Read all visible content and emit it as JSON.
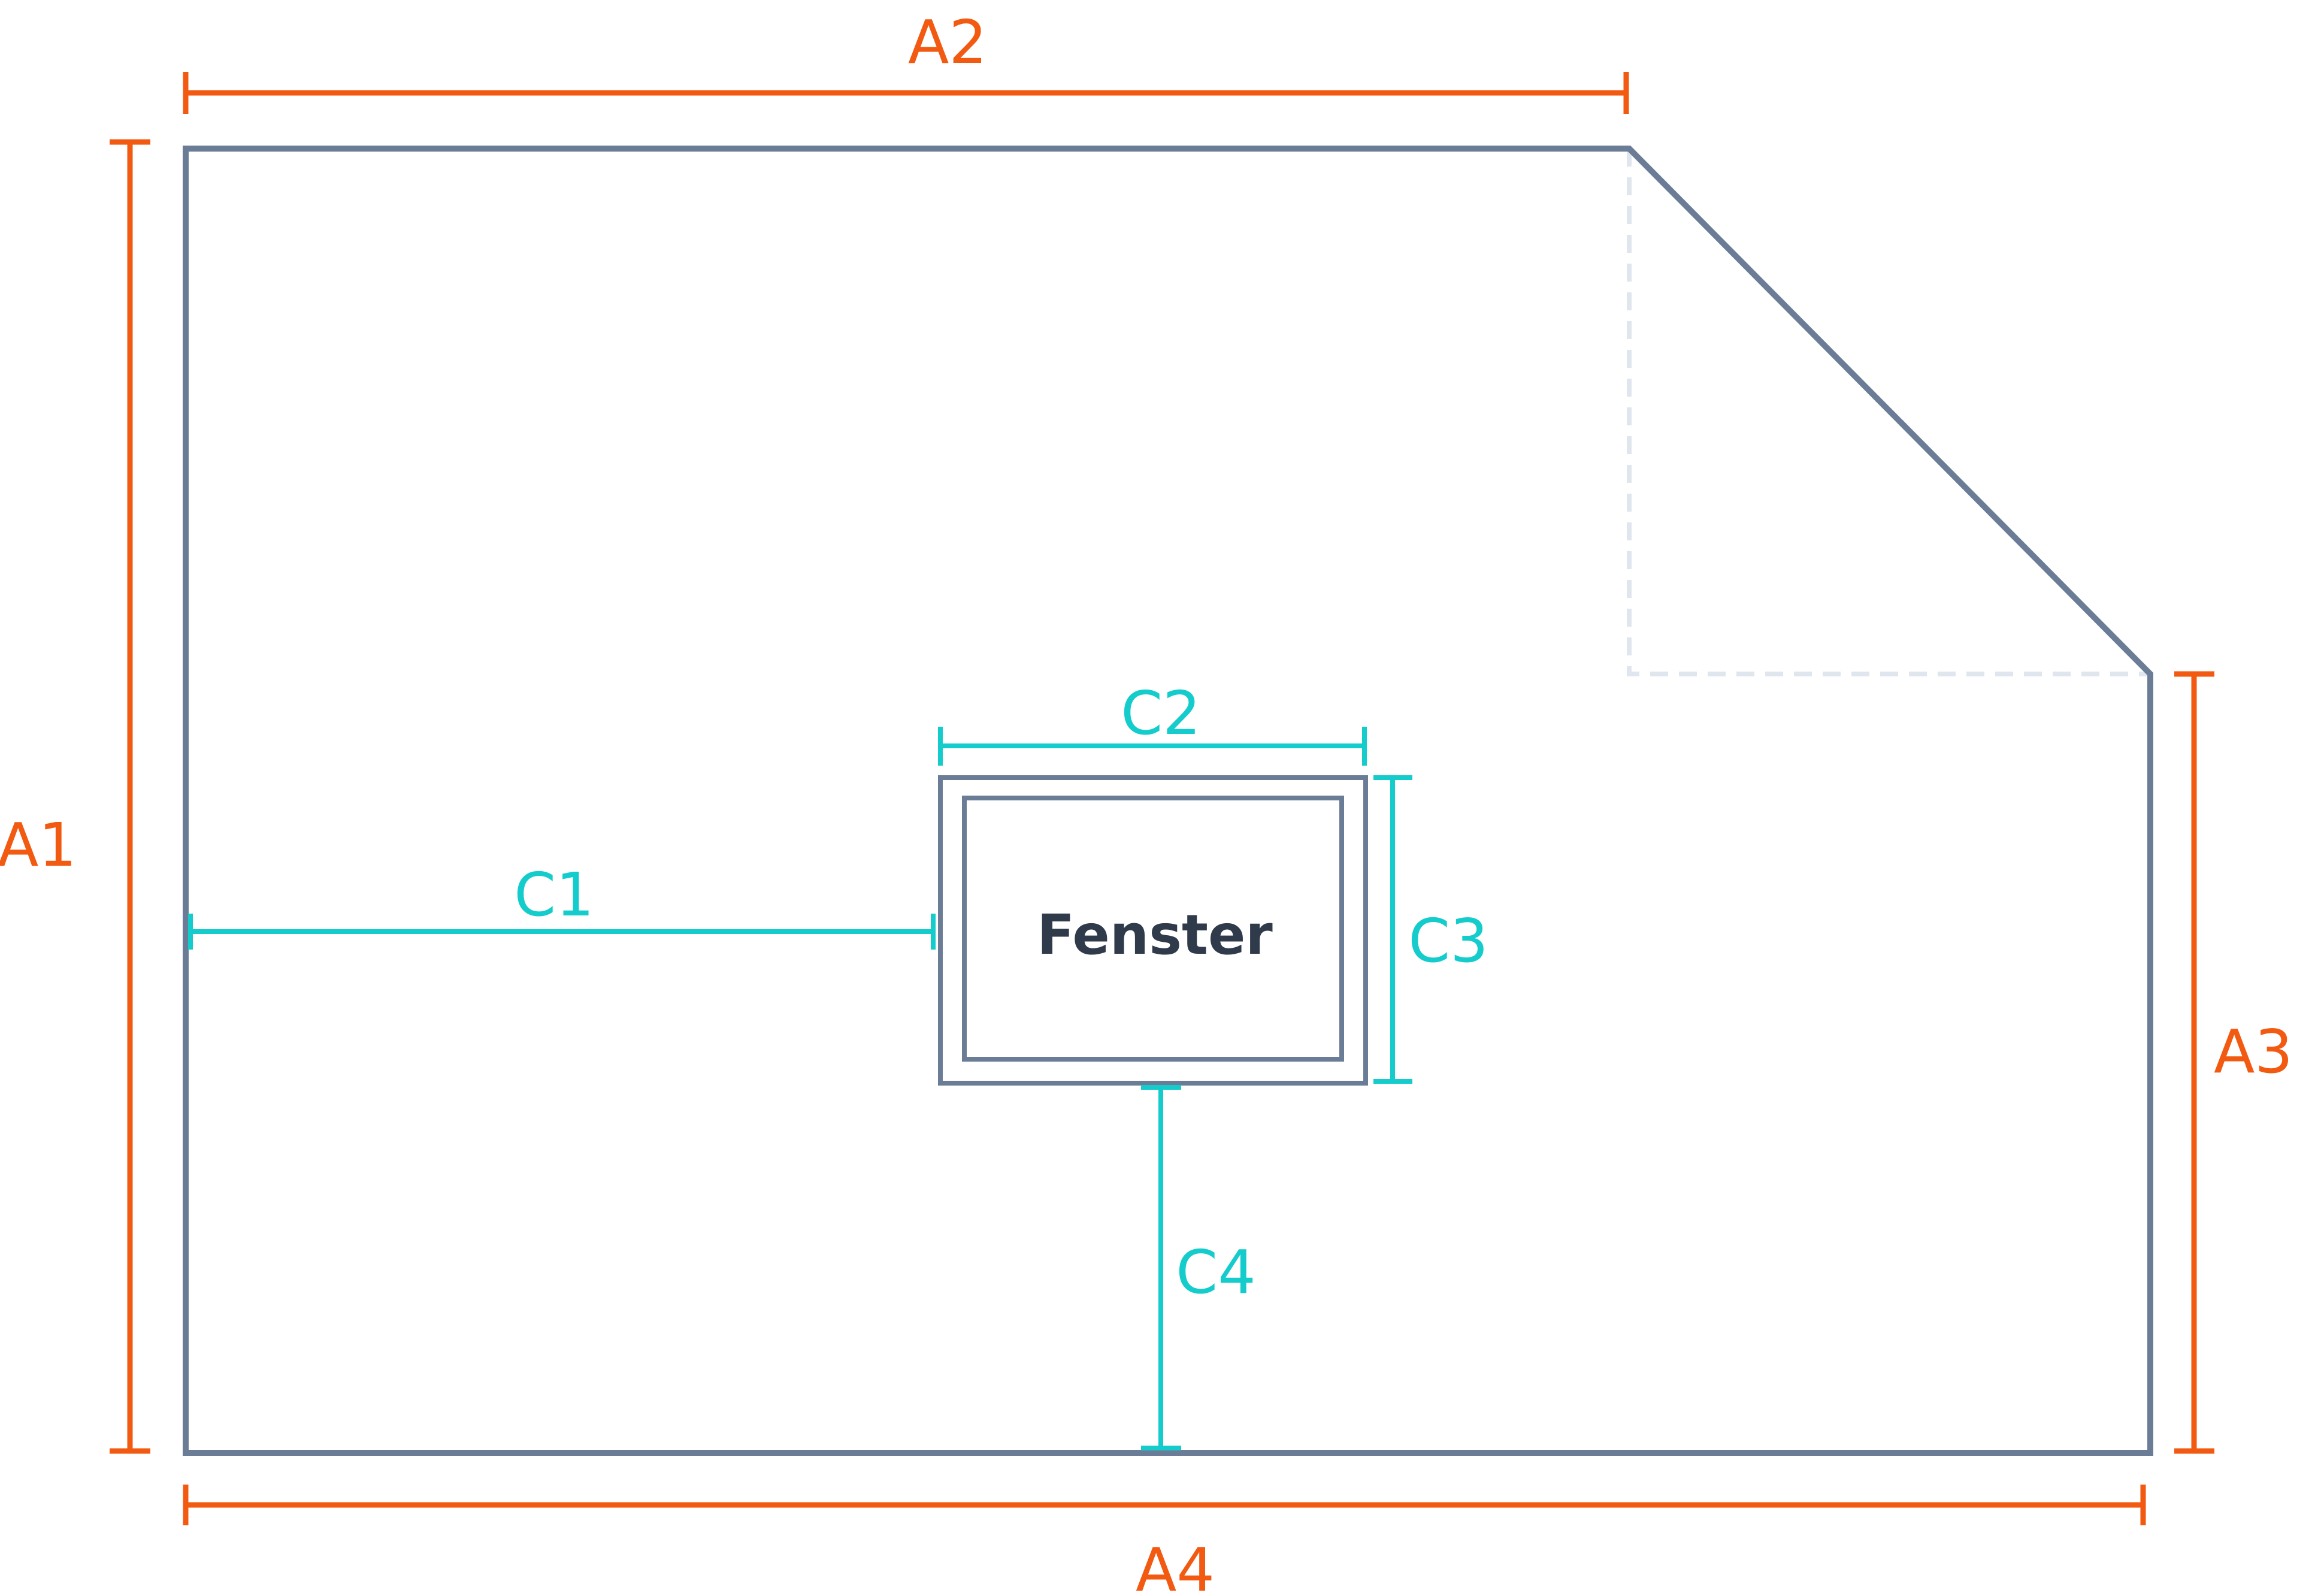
{
  "colors": {
    "wall": "#6b7c96",
    "dimension_a": "#f25a12",
    "dimension_c": "#14cccc",
    "cut_corner_dashed": "#dfe6ee",
    "window_text": "#2f3a4a"
  },
  "labels": {
    "a1": "A1",
    "a2": "A2",
    "a3": "A3",
    "a4": "A4",
    "c1": "C1",
    "c2": "C2",
    "c3": "C3",
    "c4": "C4",
    "window": "Fenster"
  }
}
